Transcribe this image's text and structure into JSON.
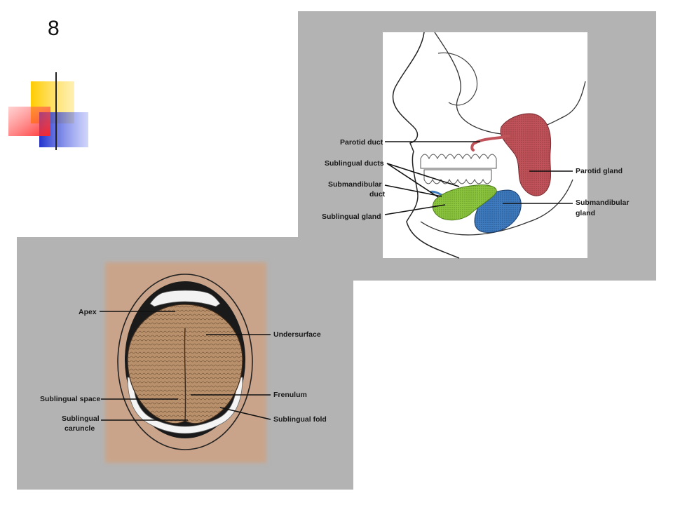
{
  "slide": {
    "number": "8"
  },
  "head_diagram": {
    "labels": {
      "parotid_duct": "Parotid duct",
      "sublingual_ducts": "Sublingual ducts",
      "submandibular_duct_1": "Submandibular",
      "submandibular_duct_2": "duct",
      "sublingual_gland": "Sublingual gland",
      "parotid_gland": "Parotid gland",
      "submandibular_gland_1": "Submandibular",
      "submandibular_gland_2": "gland"
    },
    "colors": {
      "parotid": "#c0535a",
      "submandibular": "#3e7bbf",
      "sublingual": "#8cc63f"
    }
  },
  "mouth_diagram": {
    "labels": {
      "apex": "Apex",
      "undersurface": "Undersurface",
      "sublingual_space": "Sublingual space",
      "frenulum": "Frenulum",
      "sublingual_caruncle_1": "Sublingual",
      "sublingual_caruncle_2": "caruncle",
      "sublingual_fold": "Sublingual fold"
    },
    "colors": {
      "skin": "#c9a48a",
      "tongue": "#b8906c"
    }
  }
}
